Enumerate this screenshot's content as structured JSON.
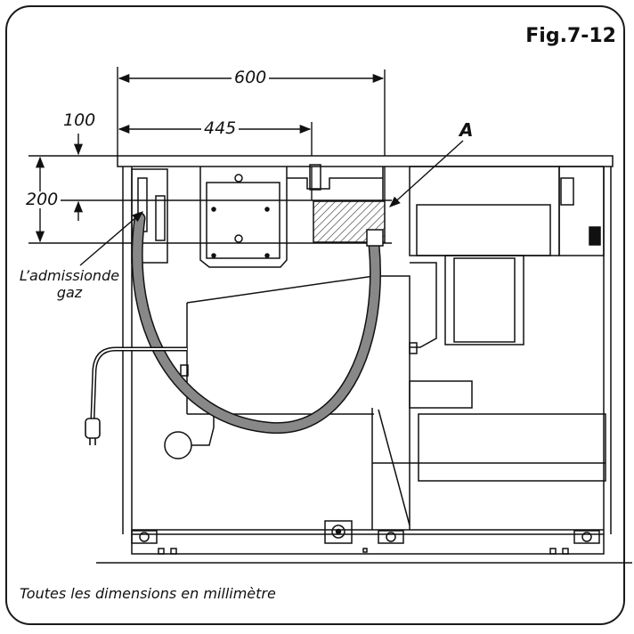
{
  "figure": {
    "label": "Fig.7-12",
    "dimensions": {
      "width_total": "600",
      "width_partial": "445",
      "offset_top": "100",
      "height_zone": "200"
    },
    "marker": "A",
    "gas_inlet_label": [
      "L’admissionde",
      "gaz"
    ],
    "footnote": "Toutes les dimensions en millimètre"
  }
}
